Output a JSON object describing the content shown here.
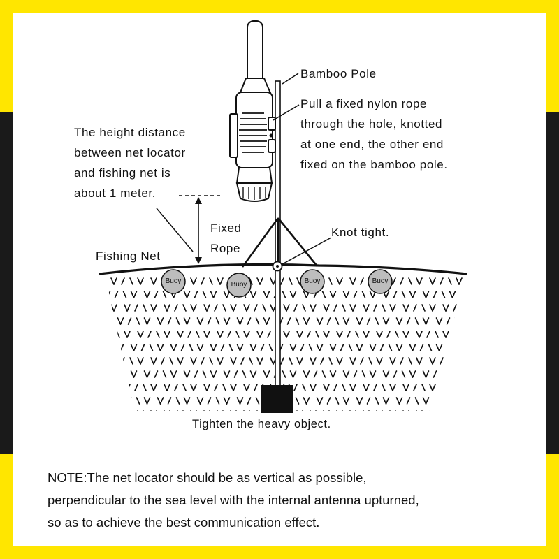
{
  "colors": {
    "frame_yellow": "#FFE600",
    "frame_black": "#1A1A1A",
    "background": "#FFFFFF",
    "ink": "#111111",
    "buoy_fill": "#BDBDBD"
  },
  "labels": {
    "bamboo_pole": "Bamboo Pole",
    "rope_instruction": [
      "Pull a fixed nylon rope",
      "through the hole, knotted",
      "at one end, the other end",
      "fixed on the bamboo pole."
    ],
    "height_note": [
      "The height distance",
      "between net locator",
      "and fishing net is",
      "about 1 meter."
    ],
    "fixed_rope": [
      "Fixed",
      "Rope"
    ],
    "knot_tight": "Knot tight.",
    "fishing_net": "Fishing Net",
    "buoys": [
      "Buoy",
      "Buoy",
      "Buoy",
      "Buoy"
    ],
    "heavy_object": "Tighten the heavy object."
  },
  "note": [
    "NOTE:The net locator should be as vertical as possible,",
    "perpendicular to the sea level with the internal antenna upturned,",
    "so as to achieve the best communication effect."
  ]
}
